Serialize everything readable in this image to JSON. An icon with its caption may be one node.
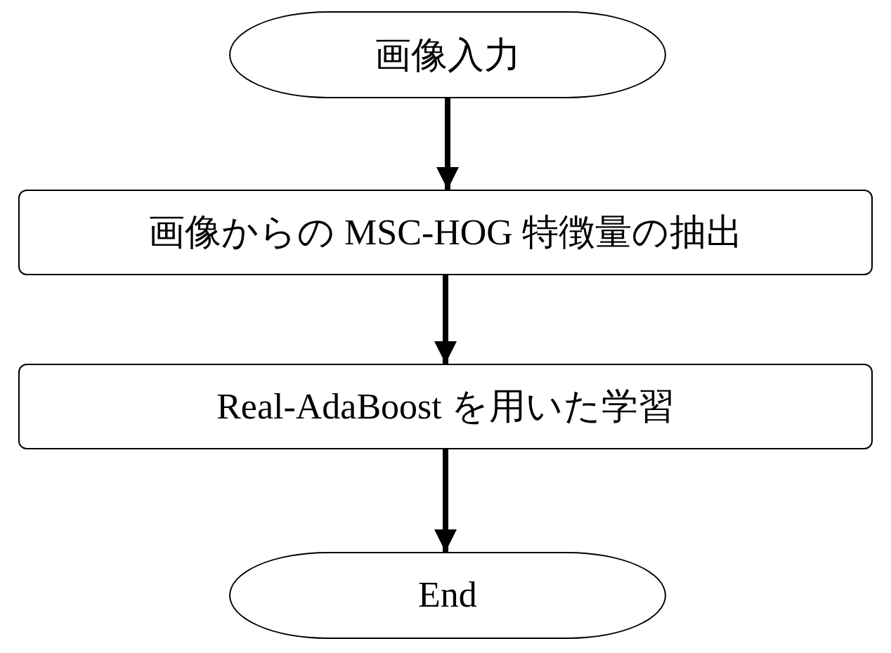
{
  "diagram": {
    "nodes": [
      {
        "text": [
          "画像入力"
        ]
      },
      {
        "text": [
          "画像からの MSC-HOG 特徴量の抽出"
        ]
      },
      {
        "text": [
          "Real-AdaBoost を用いた学習"
        ]
      },
      {
        "text": [
          "End"
        ]
      }
    ],
    "edges": [
      {
        "from": 0,
        "to": 1,
        "arrow": "to"
      },
      {
        "from": 1,
        "to": 2,
        "arrow": "to"
      },
      {
        "from": 2,
        "to": 3,
        "arrow": "to"
      }
    ]
  }
}
